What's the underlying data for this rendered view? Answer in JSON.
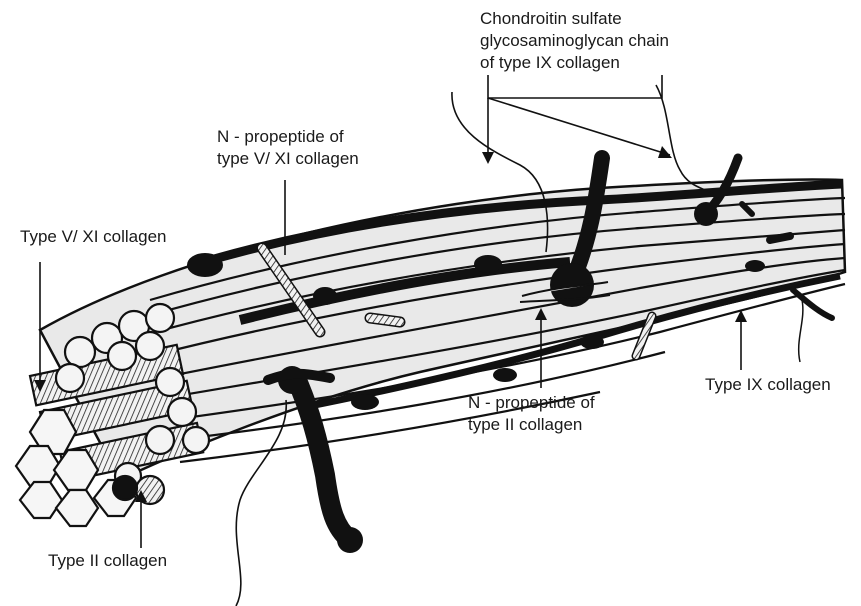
{
  "labels": {
    "chondroitin": [
      "Chondroitin sulfate",
      "glycosaminoglycan chain",
      "of type IX collagen"
    ],
    "npro_v_xi": [
      "N - propeptide of",
      "type V/ XI collagen"
    ],
    "type_v_xi": "Type V/ XI collagen",
    "type_ix": "Type IX collagen",
    "npro_ii": [
      "N - propeptide of",
      "type II collagen"
    ],
    "type_ii": "Type II collagen"
  },
  "colors": {
    "ink": "#111111",
    "fibril": "#f4f4f4",
    "background": "#ffffff"
  }
}
